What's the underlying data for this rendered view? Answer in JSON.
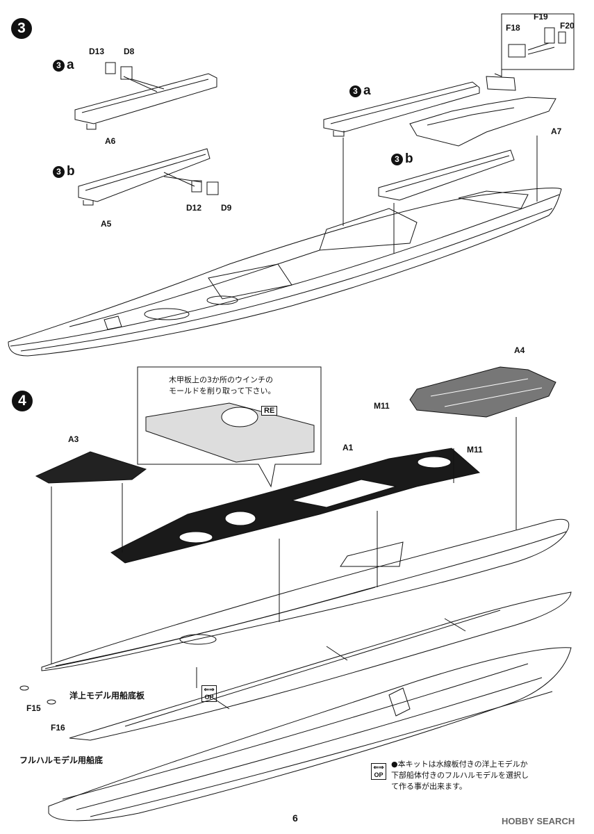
{
  "steps": {
    "step3": "3",
    "step4": "4"
  },
  "substeps": {
    "a": "a",
    "b": "b",
    "num": "3"
  },
  "parts": {
    "D13": "D13",
    "D8": "D8",
    "A6": "A6",
    "D12": "D12",
    "D9": "D9",
    "A5": "A5",
    "F18": "F18",
    "F19": "F19",
    "F20": "F20",
    "A7": "A7",
    "A4": "A4",
    "A3": "A3",
    "A1": "A1",
    "M11": "M11",
    "F15": "F15",
    "F16": "F16"
  },
  "callout": {
    "line1": "木甲板上の3か所のウインチの",
    "line2": "モールドを削り取って下さい。",
    "tag": "RE"
  },
  "hull_notes": {
    "waterline": "洋上モデル用船底板",
    "fullhull": "フルハルモデル用船底"
  },
  "op_icon": {
    "label": "OP",
    "symbol": "⇐⇒"
  },
  "note": {
    "line1": "●本キットは水線板付きの洋上モデルか",
    "line2": "下部船体付きのフルハルモデルを選択し",
    "line3": "て作る事が出来ます。"
  },
  "page_number": "6",
  "watermark": "HOBBY SEARCH",
  "colors": {
    "ink": "#111111",
    "deck_dark": "#1a1a1a",
    "paper": "#ffffff"
  }
}
